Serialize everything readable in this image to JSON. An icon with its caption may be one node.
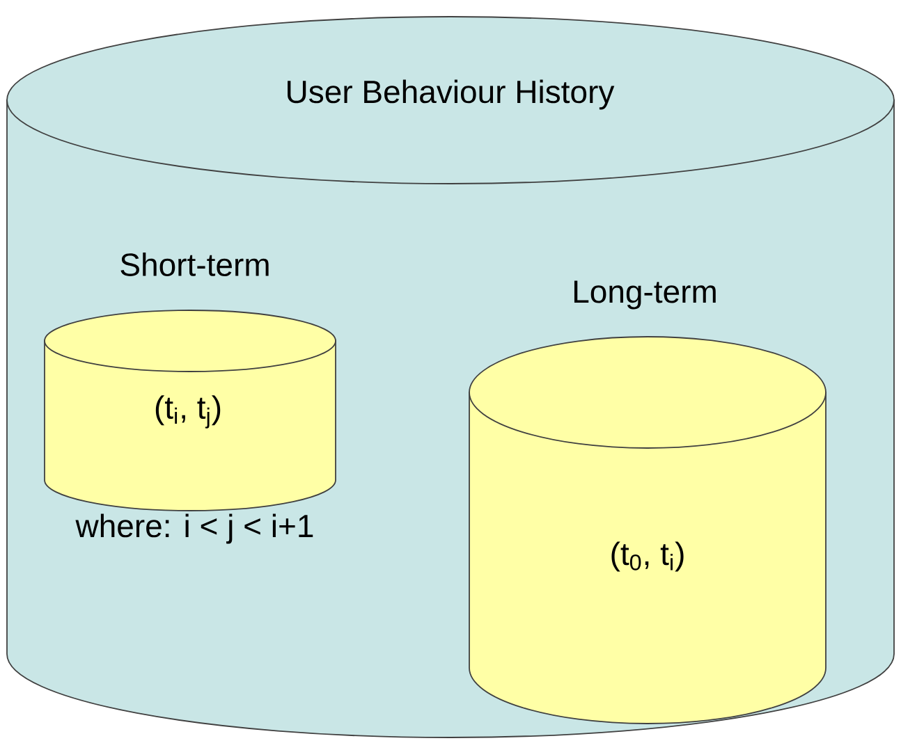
{
  "diagram": {
    "nodes": [
      {
        "text": [
          "User Behaviour History"
        ]
      },
      {
        "text": [
          "Short-term",
          "(t$_{i}$, t$_{j}$)"
        ],
        "beside": [
          "where: i < j < i+1"
        ],
        "in": 0
      },
      {
        "text": [
          "Long-term",
          "(t$_{0}$, t$_{i}$)"
        ],
        "in": 0
      }
    ]
  }
}
